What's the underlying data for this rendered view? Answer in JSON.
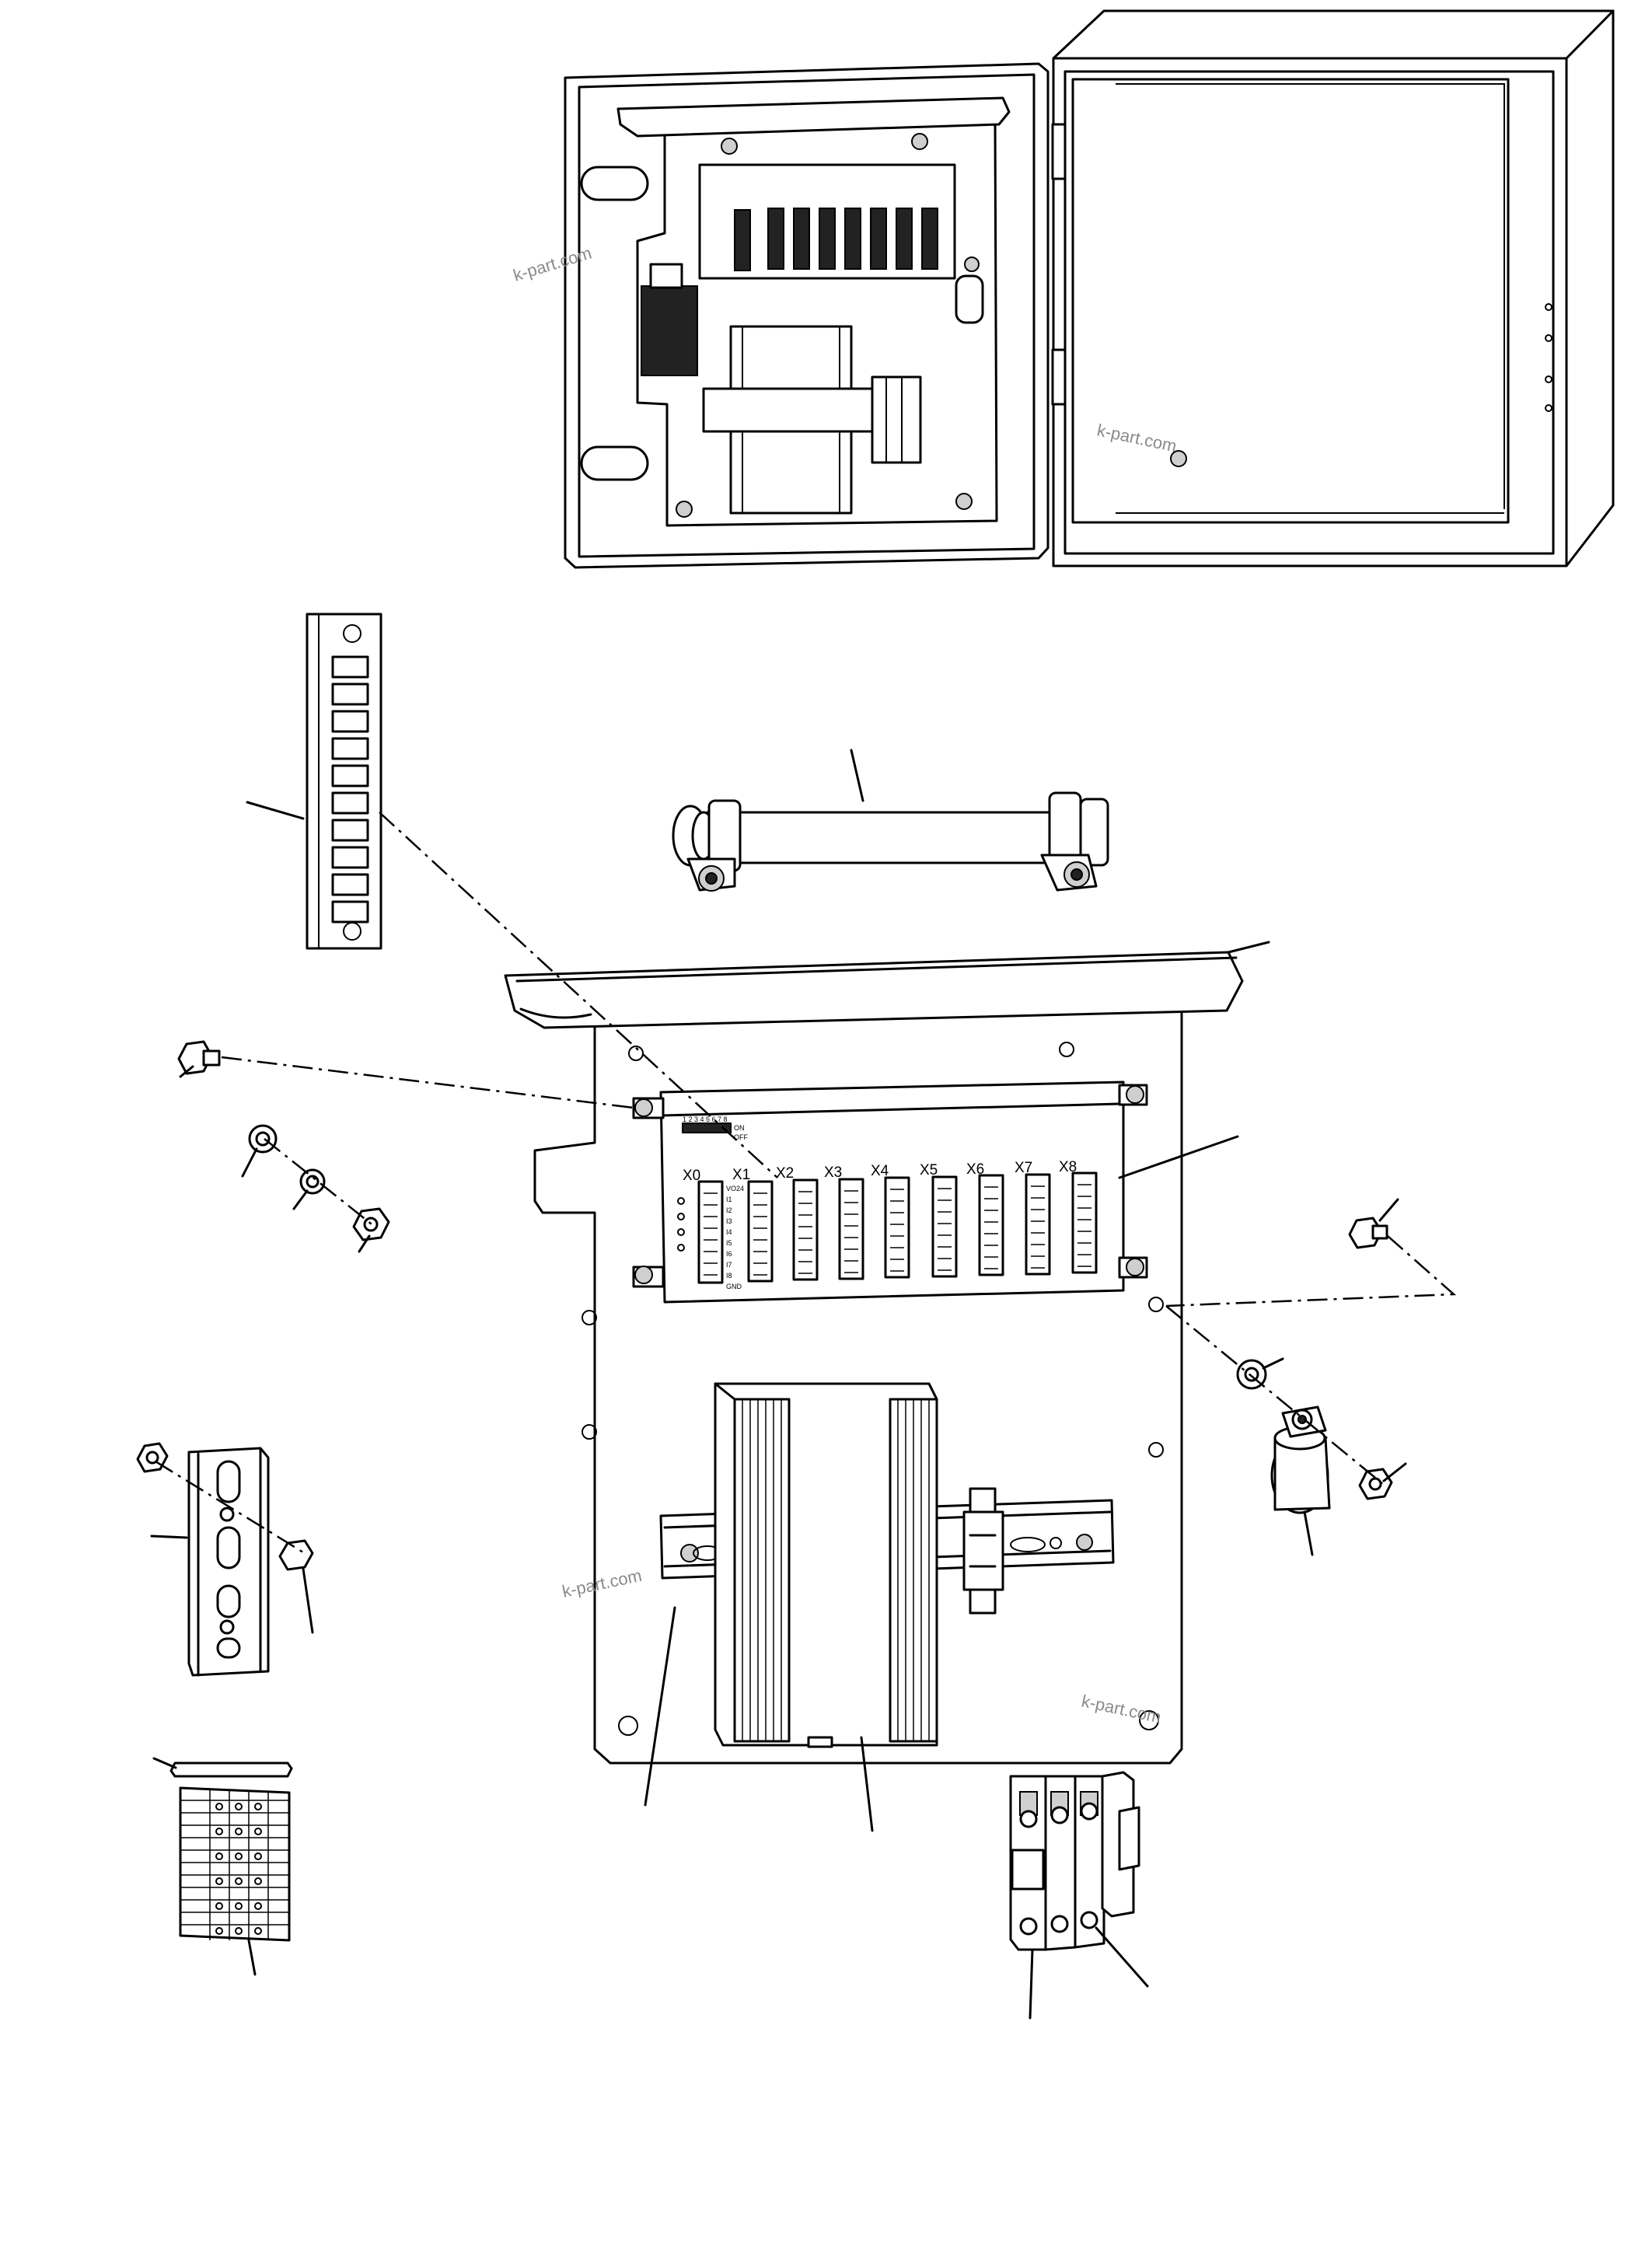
{
  "watermark": "k-part.com",
  "module": {
    "connectors": [
      "X0",
      "X1",
      "X2",
      "X3",
      "X4",
      "X5",
      "X6",
      "X7",
      "X8"
    ],
    "dip_numbers": "1 2 3 4 5 6 7 8",
    "dip_on": "ON",
    "dip_off": "OFF",
    "pins": [
      "VO24",
      "I1",
      "I2",
      "I3",
      "I4",
      "I5",
      "I6",
      "I7",
      "I8",
      "GND"
    ]
  },
  "colors": {
    "line": "#000000",
    "watermark": "#8a8a8a",
    "background": "#ffffff"
  }
}
